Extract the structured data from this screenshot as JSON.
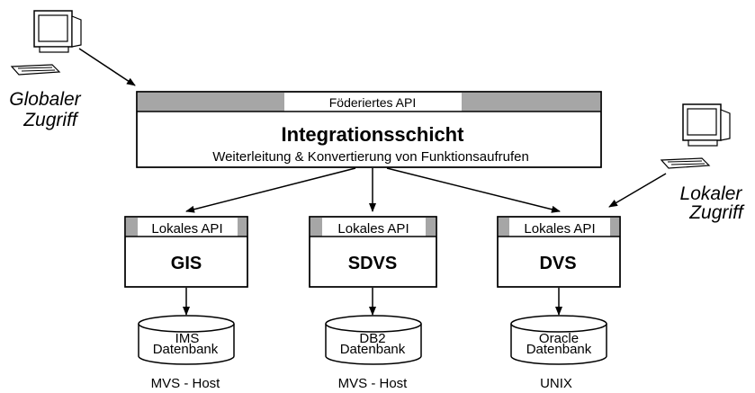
{
  "global_access": {
    "line1": "Globaler",
    "line2": "Zugriff"
  },
  "local_access": {
    "line1": "Lokaler",
    "line2": "Zugriff"
  },
  "integration_layer": {
    "api_label": "Föderiertes API",
    "title": "Integrationsschicht",
    "subtitle": "Weiterleitung & Konvertierung von Funktionsaufrufen"
  },
  "systems": [
    {
      "api_label": "Lokales API",
      "name": "GIS",
      "db_line1": "IMS",
      "db_line2": "Datenbank",
      "host": "MVS - Host"
    },
    {
      "api_label": "Lokales API",
      "name": "SDVS",
      "db_line1": "DB2",
      "db_line2": "Datenbank",
      "host": "MVS - Host"
    },
    {
      "api_label": "Lokales API",
      "name": "DVS",
      "db_line1": "Oracle",
      "db_line2": "Datenbank",
      "host": "UNIX"
    }
  ],
  "colors": {
    "api_band": "#a6a6a6",
    "stroke": "#000000",
    "fill": "#ffffff"
  }
}
